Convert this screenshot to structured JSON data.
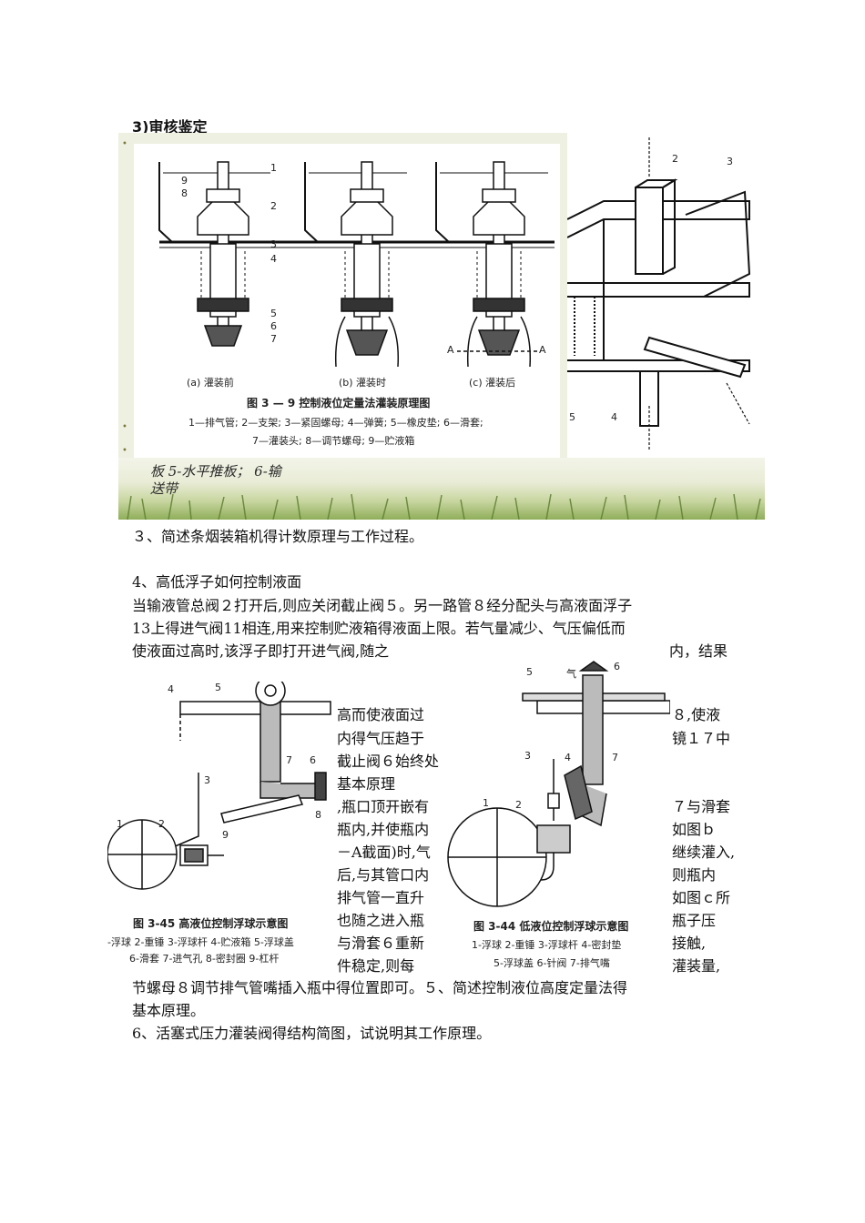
{
  "heading": "3)审核鉴定",
  "figure_top": {
    "subcaptions": [
      "(a) 灌装前",
      "(b) 灌装时",
      "(c) 灌装后"
    ],
    "title": "图 3 — 9 控制液位定量法灌装原理图",
    "legend_line1": "1—排气管; 2—支架; 3—紧固螺母; 4—弹簧; 5—橡皮垫; 6—滑套;",
    "legend_line2": "7—灌装头; 8—调节螺母; 9—贮液箱",
    "part_numbers": [
      "1",
      "2",
      "3",
      "4",
      "5",
      "6",
      "7",
      "8",
      "9"
    ],
    "section_label": "A"
  },
  "figure_right": {
    "part_numbers": [
      "2",
      "3",
      "4",
      "5"
    ]
  },
  "caption_italic": {
    "line1": "板 5-水平推板； 6-输",
    "line2": "送带"
  },
  "question3": "３、简述条烟装箱机得计数原理与工作过程。",
  "question4": {
    "title": "4、高低浮子如何控制液面",
    "lines": [
      "当输液管总阀２打开后,则应关闭截止阀５。另一路管８经分配头与高液面浮子",
      "13上得进气阀11相连,用来控制贮液箱得液面上限。若气量减少、气压偏低而",
      "使液面过高时,该浮子即打开进气阀,随之"
    ],
    "line3_tail": "内，结果"
  },
  "fragments": {
    "f1": "高而使液面过",
    "f1r": "８,使液",
    "f2": "内得气压趋于",
    "f2r": "镜１７中",
    "f3": "截止阀６始终处",
    "f4": "基本原理",
    "f5": ",瓶口顶开嵌有",
    "f5r": "７与滑套",
    "f6": "瓶内,并使瓶内",
    "f6r": "如图ｂ",
    "f7": "－A截面)时,气",
    "f7r": "继续灌入,",
    "f8": "后,与其管口内",
    "f8r": "则瓶内",
    "f9": "排气管一直升",
    "f9r": "如图ｃ所",
    "f10": "也随之进入瓶",
    "f10r": "瓶子压",
    "f11": "与滑套６重新",
    "f11r": "接触,",
    "f12": "件稳定,则每",
    "f12r": "灌装量,"
  },
  "figure_high": {
    "title": "图 3-45 高液位控制浮球示意图",
    "legend1": "-浮球 2-重锤 3-浮球杆 4-贮液箱 5-浮球盖",
    "legend2": "6-滑套 7-进气孔 8-密封圈 9-杠杆",
    "part_numbers": [
      "1",
      "2",
      "3",
      "4",
      "5",
      "6",
      "7",
      "8",
      "9"
    ]
  },
  "figure_low": {
    "title": "图 3-44 低液位控制浮球示意图",
    "legend1": "1-浮球 2-重锤 3-浮球杆 4-密封垫",
    "legend2": "5-浮球盖 6-针阀 7-排气嘴",
    "part_numbers": [
      "1",
      "2",
      "3",
      "4",
      "5",
      "6",
      "7"
    ],
    "gas_label": "气"
  },
  "closing": {
    "line1": "节螺母８调节排气管嘴插入瓶中得位置即可。５、简述控制液位高度定量法得",
    "line2": "基本原理。",
    "question6": "6、活塞式压力灌装阀得结构简图，试说明其工作原理。"
  },
  "colors": {
    "panel_bg": "#eef0e2",
    "grass_green": "#8fae5a",
    "bullet": "#7a7a3a"
  }
}
